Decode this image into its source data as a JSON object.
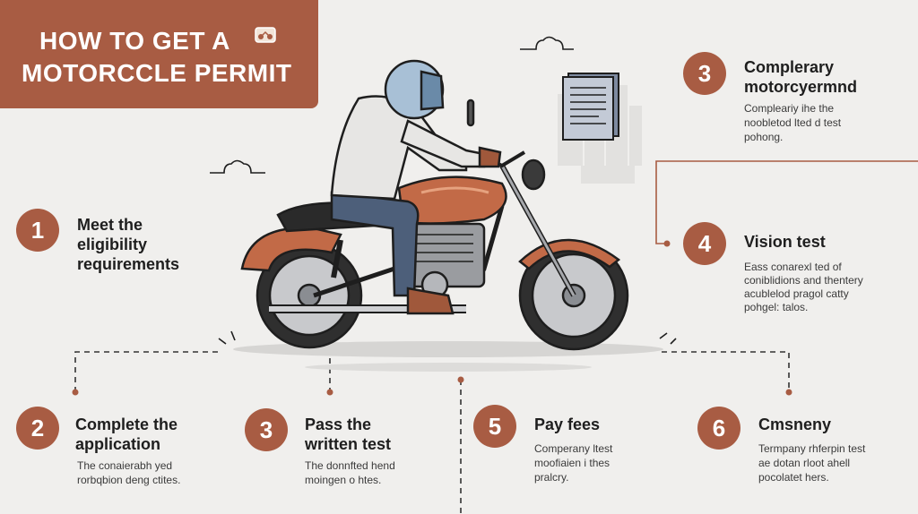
{
  "banner": {
    "title_line1": "HOW TO GET A",
    "title_line2": "MOTORCCLE PERMIT"
  },
  "steps": [
    {
      "number": "1",
      "title_line1": "Meet the",
      "title_line2": "eligibility",
      "title_line3": "requirements"
    },
    {
      "number": "2",
      "title_line1": "Complete the",
      "title_line2": "application",
      "desc_line1": "The conaierabh yed",
      "desc_line2": "rorbqbion deng ctites."
    },
    {
      "number": "3",
      "title_line1": "Pass the",
      "title_line2": "written test",
      "desc_line1": "The donnfted hend",
      "desc_line2": "moingen o htes."
    },
    {
      "number": "3",
      "title_line1": "Complerary",
      "title_line2": "motorcyermnd",
      "desc_line1": "Compleariy ihe the",
      "desc_line2": "noobletod lted d test",
      "desc_line3": "pohong."
    },
    {
      "number": "4",
      "title_line1": "Vision test",
      "desc_line1": "Eass conarexl ted of",
      "desc_line2": "coniblidions and thentery",
      "desc_line3": "acublelod pragol catty",
      "desc_line4": "pohgel: talos."
    },
    {
      "number": "5",
      "title_line1": "Pay fees",
      "desc_line1": "Comperany ltest",
      "desc_line2": "moofiaien i thes",
      "desc_line3": "pralcry."
    },
    {
      "number": "6",
      "title_line1": "Cmsneny",
      "desc_line1": "Termpany rhferpin test",
      "desc_line2": "ae dotan rloot ahell",
      "desc_line3": "pocolatet hers."
    }
  ],
  "colors": {
    "accent": "#a85c43",
    "background": "#f0efed",
    "text": "#1e1e1e"
  }
}
